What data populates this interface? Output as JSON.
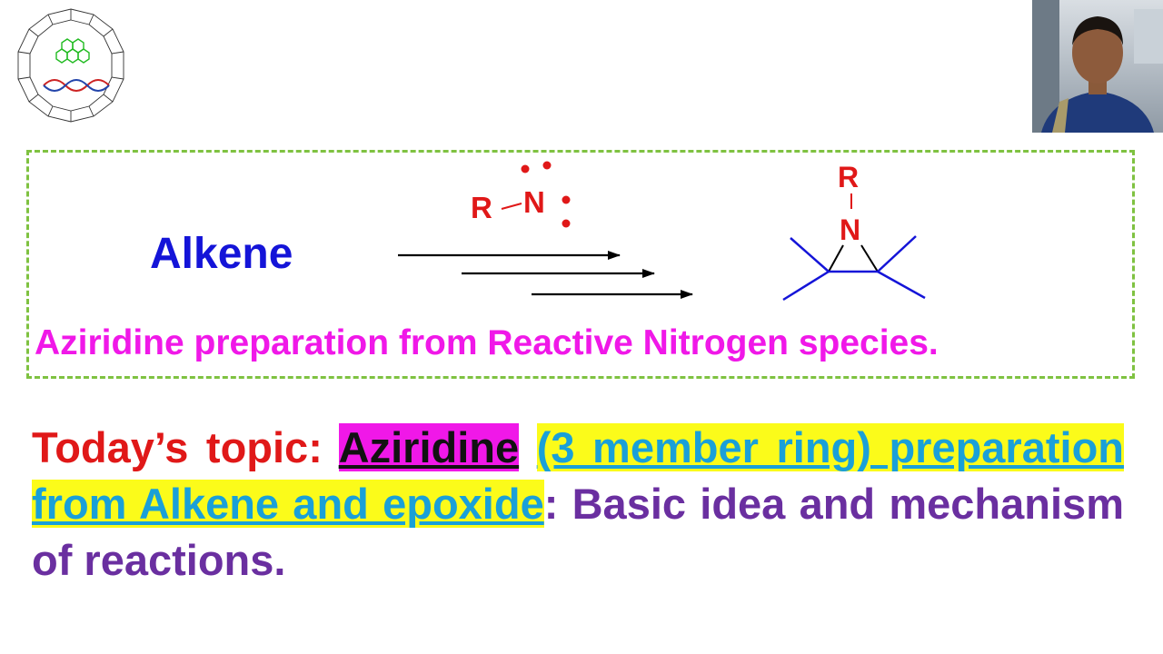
{
  "logo": {
    "icon": "cyclodextrin-pyrene-dna-icon"
  },
  "presenter_photo": {
    "icon": "person-icon"
  },
  "reaction": {
    "reactant": "Alkene",
    "reagent_r": "R",
    "reagent_n": "N",
    "product_r": "R",
    "product_n": "N",
    "caption": "Aziridine preparation from Reactive Nitrogen species."
  },
  "topic": {
    "prefix": "Today’s topic:",
    "highlight_magenta": "Aziridine",
    "highlight_yellow": "(3 member ring) preparation from Alkene and epoxide",
    "suffix": ": Basic idea and mechanism of reactions."
  },
  "colors": {
    "alkene_blue": "#1414d8",
    "reagent_red": "#e01818",
    "caption_magenta": "#f018e8",
    "box_border_green": "#7fc241",
    "topic_red": "#e01818",
    "topic_purple": "#6a2fa0",
    "highlight_yellow": "#fbfb1a",
    "link_cyan": "#1aa0d8"
  }
}
